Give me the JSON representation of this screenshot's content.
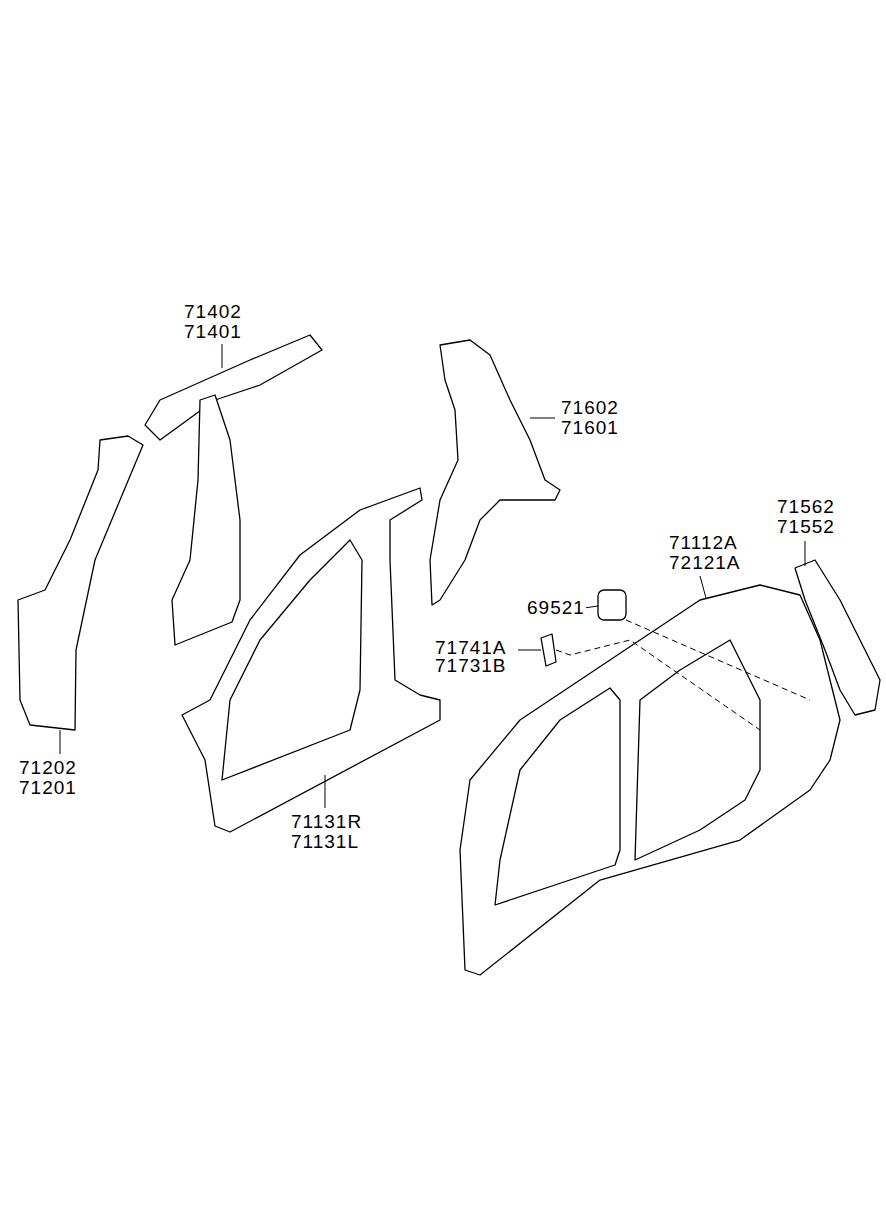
{
  "diagram": {
    "labels": [
      "71402",
      "71401",
      "71602",
      "71601",
      "71562",
      "71552",
      "71112A",
      "72121A",
      "69521",
      "71741A",
      "71731B",
      "71202",
      "71201",
      "71131R",
      "71131L"
    ]
  }
}
